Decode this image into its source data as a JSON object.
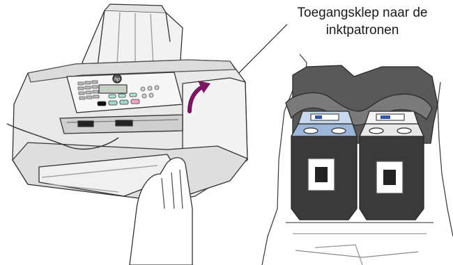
{
  "callout": {
    "line1": "Toegangsklep naar de",
    "line2": "inktpatronen"
  },
  "device": {
    "brand_mark": "hp"
  },
  "colors": {
    "arrow": "#7a1560",
    "printer_body": "#e9e9e9",
    "tri_color_cartridge_top": "#9bb6d8",
    "photo_black_cartridge_label": "#3355aa"
  },
  "icons": [
    "up-arrow-icon",
    "hp-logo-icon"
  ]
}
